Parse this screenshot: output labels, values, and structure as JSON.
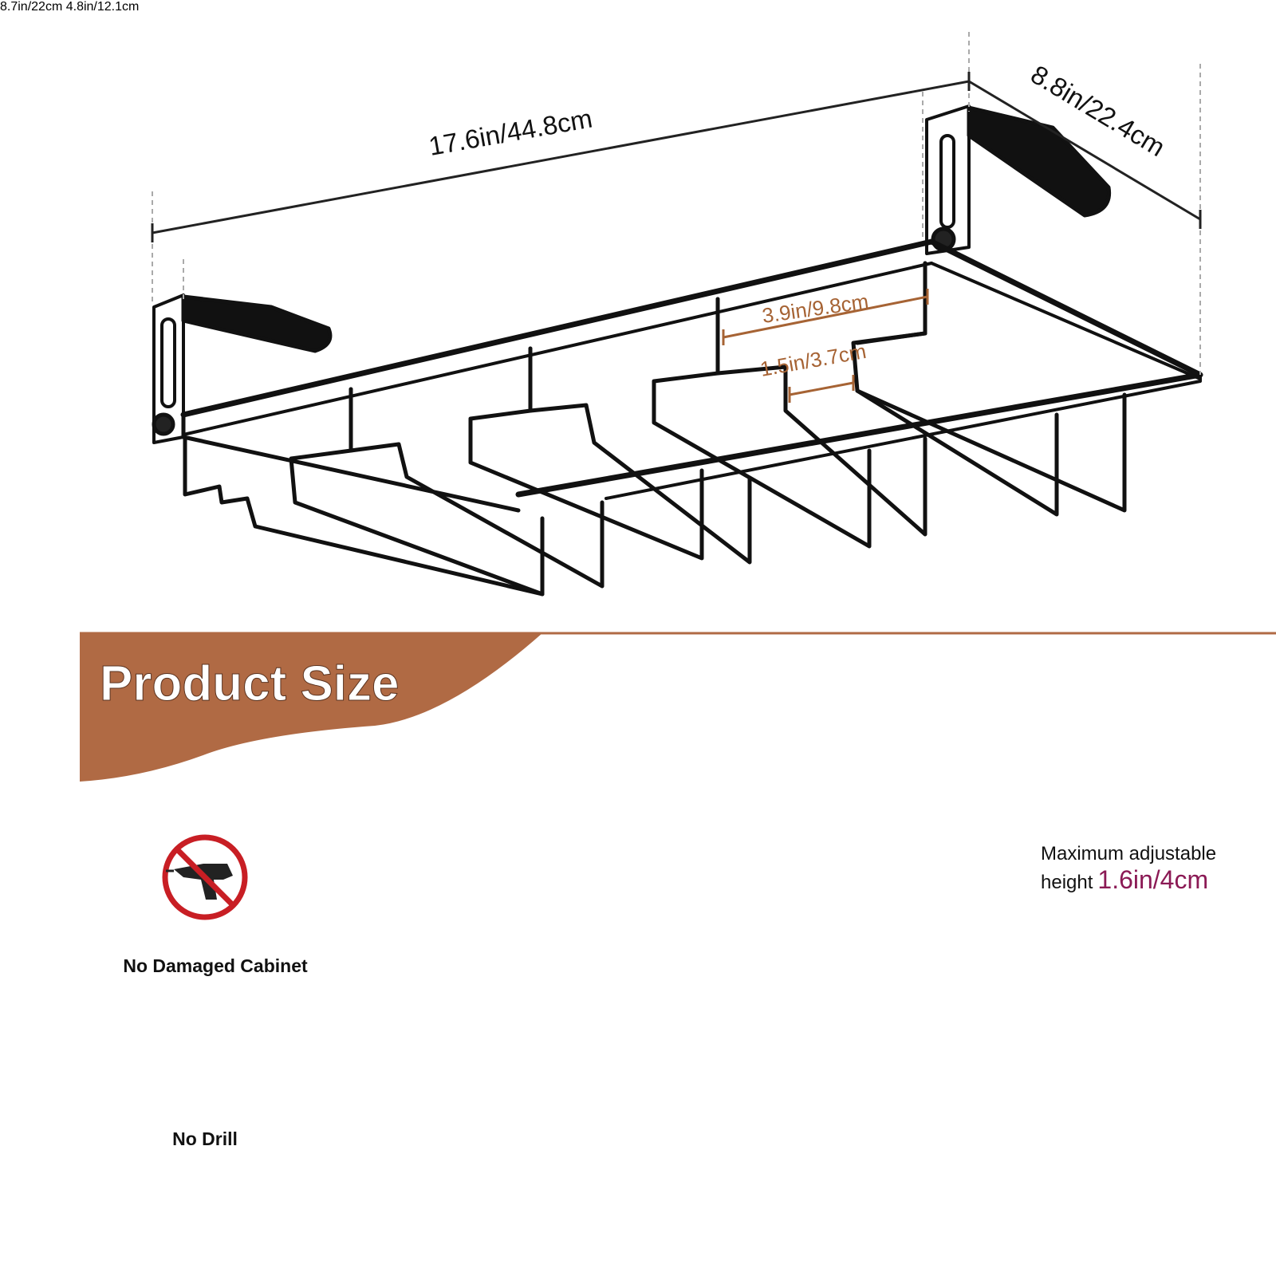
{
  "header": {
    "title": "Product Size"
  },
  "dimensions": {
    "overall_length": "17.6in/44.8cm",
    "overall_depth": "8.8in/22.4cm",
    "slot_spacing": "3.9in/9.8cm",
    "slot_width": "1.5in/3.7cm",
    "rail_length": "8.7in/22cm",
    "bracket_depth": "4.8in/12.1cm"
  },
  "adjustable": {
    "label_line1": "Maximum adjustable",
    "label_line2": "height",
    "value": "1.6in/4cm"
  },
  "features": [
    {
      "label": "No Damaged Cabinet",
      "icon": "no-drill-machine-icon"
    },
    {
      "label": "No Drill",
      "icon": "no-screw-icon"
    }
  ],
  "colors": {
    "accent": "#b06a44",
    "dimension": "#a66334",
    "height_accent": "#8b1a55",
    "no_sign": "#c81e24",
    "metal": "#111111"
  }
}
